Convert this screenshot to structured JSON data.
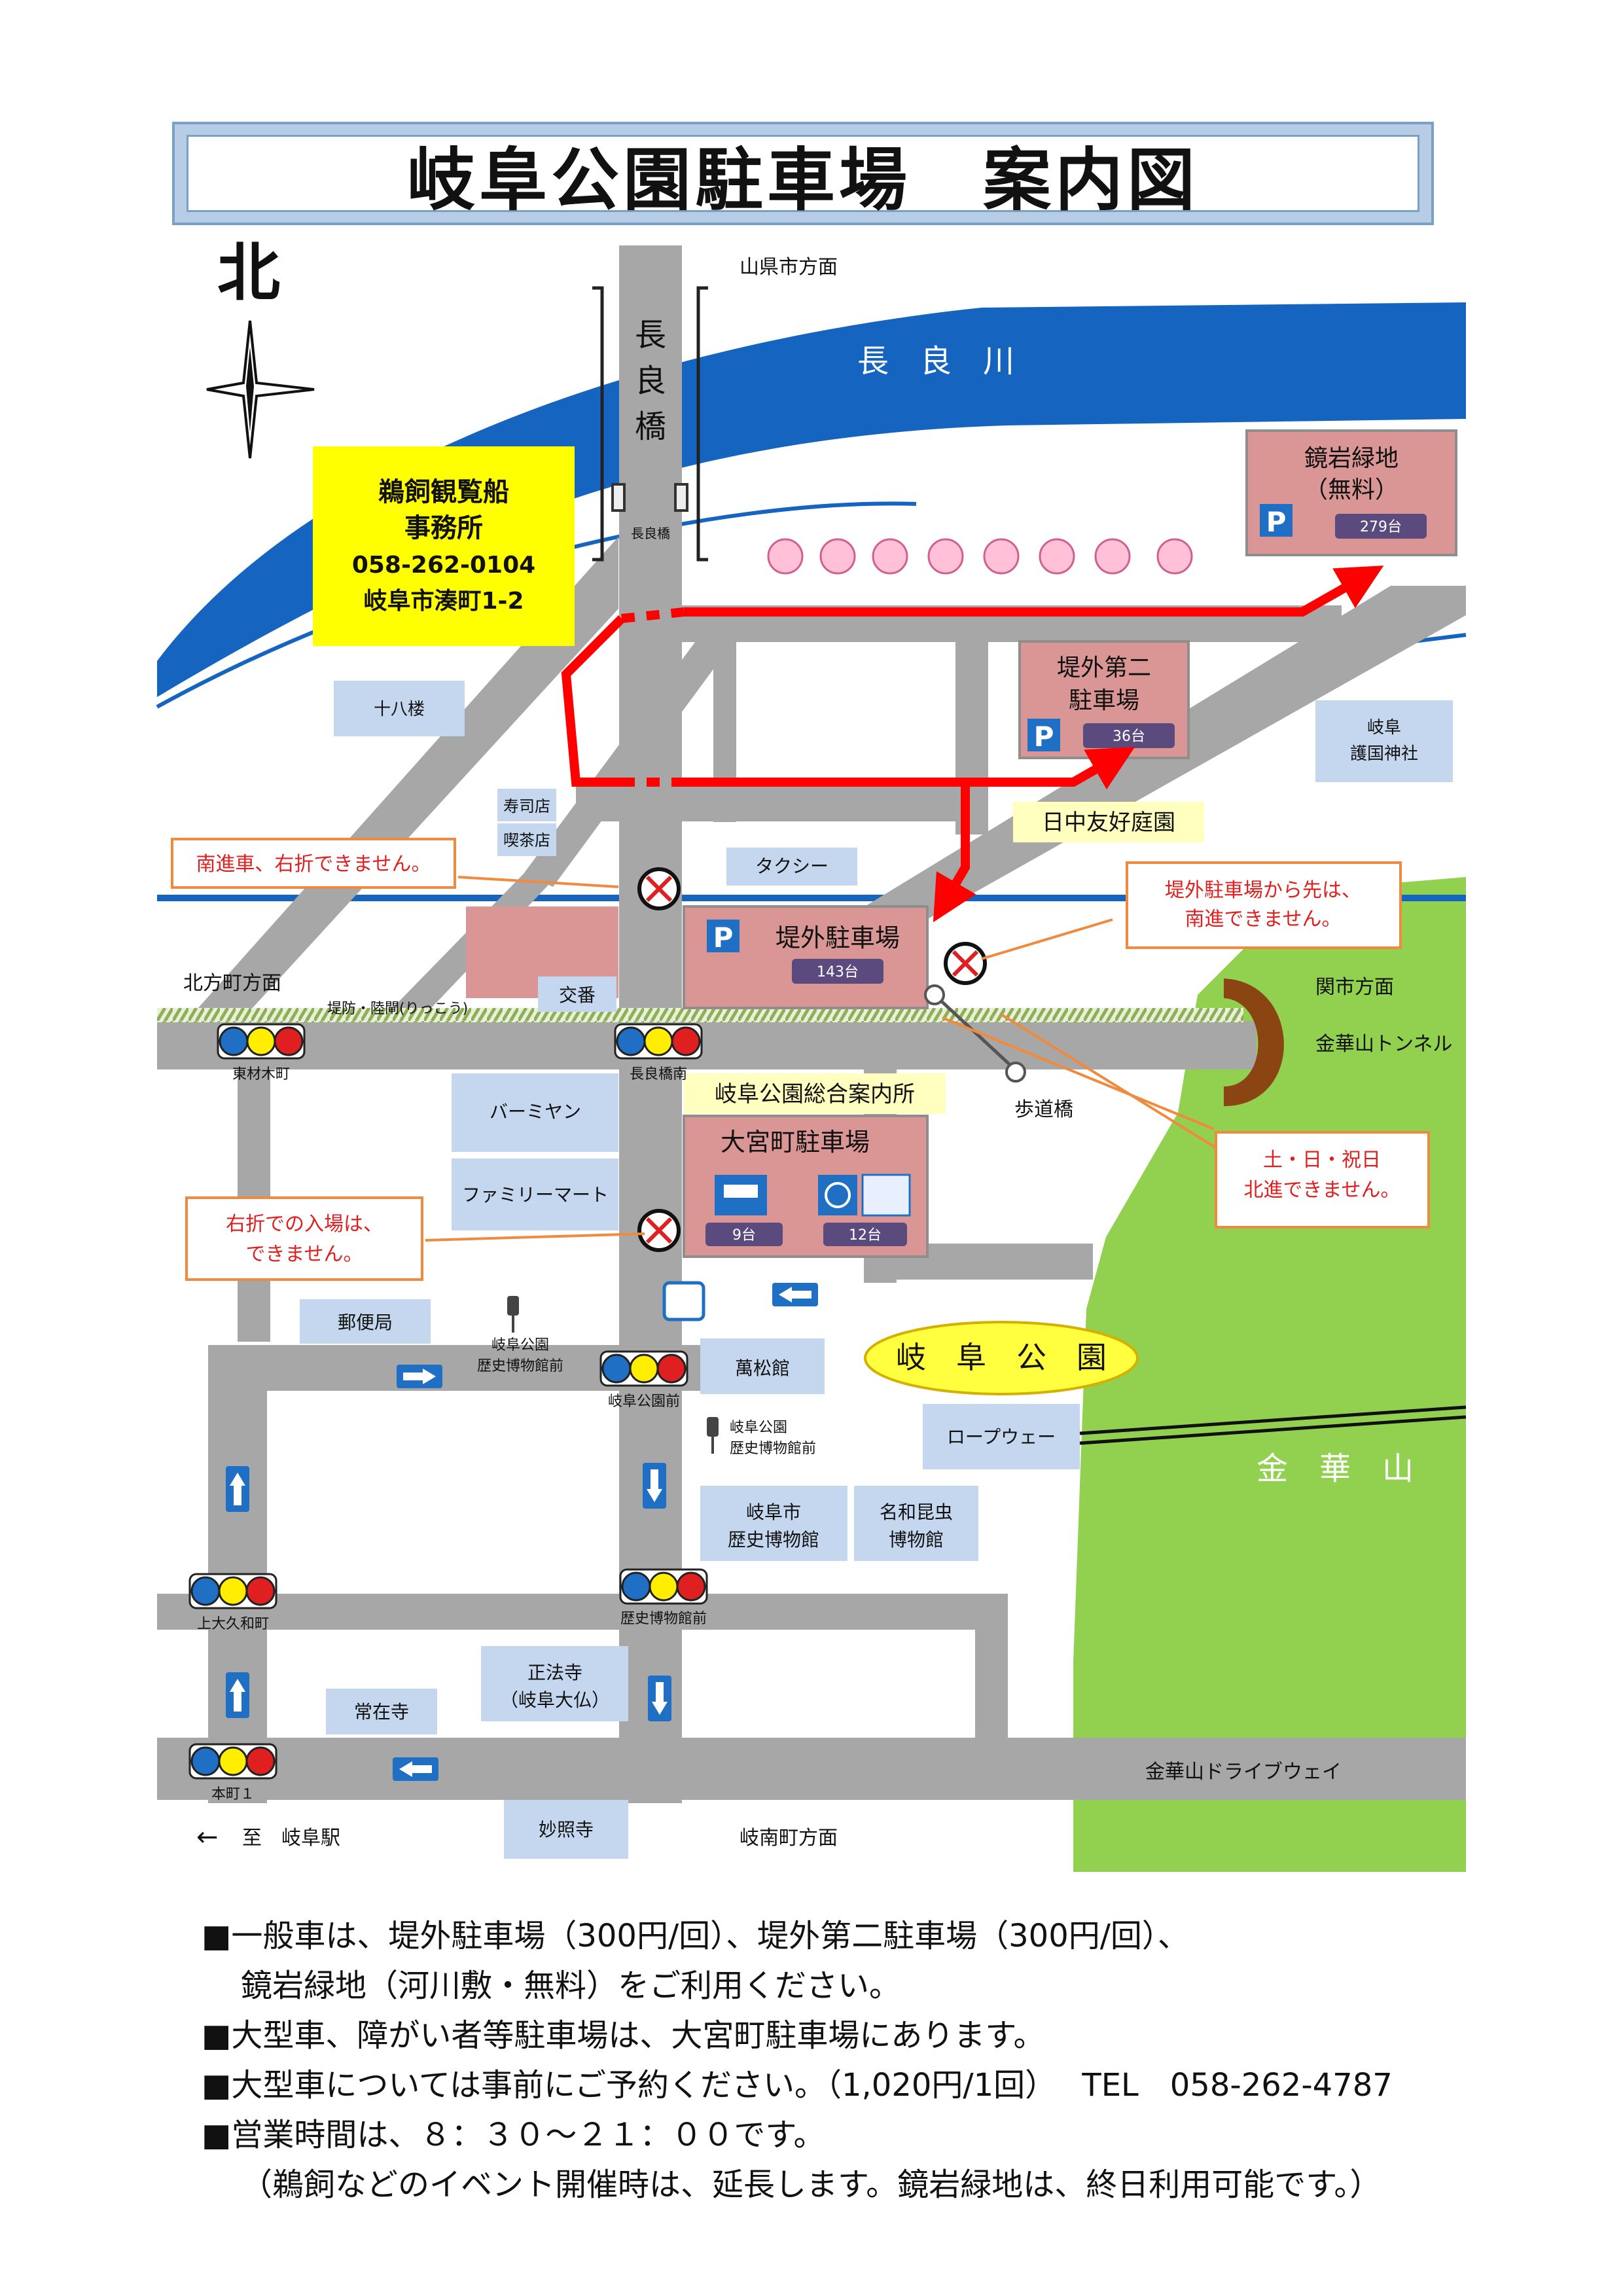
{
  "title": "岐阜公園駐車場　案内図",
  "compass": {
    "north_label": "北"
  },
  "directions": {
    "yamagata": "山県市方面",
    "kitakata": "北方町方面",
    "seki": "関市方面",
    "ginan": "岐南町方面",
    "gifu_station": "至　岐阜駅",
    "arrow_left": "←"
  },
  "river": {
    "name": "長　良　川"
  },
  "bridge": {
    "name_chars": [
      "長",
      "良",
      "橋"
    ],
    "stop_label": "長良橋"
  },
  "ukai_office": {
    "line1": "鵜飼観覧船",
    "line2": "事務所",
    "phone": "058-262-0104",
    "address": "岐阜市湊町1-2"
  },
  "parking": {
    "kagamiiwa": {
      "name1": "鏡岩緑地",
      "name2": "（無料）",
      "capacity": "279台",
      "p": "P"
    },
    "teigai2": {
      "name1": "堤外第二",
      "name2": "駐車場",
      "capacity": "36台",
      "p": "P"
    },
    "teigai": {
      "name": "堤外駐車場",
      "capacity": "143台",
      "p": "P"
    },
    "omiyacho": {
      "name": "大宮町駐車場",
      "bus_capacity": "9台",
      "accessible_capacity": "12台"
    }
  },
  "places": {
    "juhachiro": "十八楼",
    "gokoku": "岐阜\n護国神社",
    "nicchu": "日中友好庭園",
    "sushi": "寿司店",
    "kissa": "喫茶店",
    "taxi": "タクシー",
    "koban": "交番",
    "bamiyan": "バーミヤン",
    "familymart": "ファミリーマート",
    "info_center": "岐阜公園総合案内所",
    "post": "郵便局",
    "banshokan": "萬松館",
    "ropeway": "ロープウェー",
    "history_museum": "岐阜市\n歴史博物館",
    "nawa_insect": "名和昆虫\n博物館",
    "shohoji": "正法寺\n（岐阜大仏）",
    "jozaiji": "常在寺",
    "myoshoji": "妙照寺",
    "gifu_park": "岐　阜　公　園",
    "kinkazan": "金　華　山",
    "kinkazan_tunnel": "金華山トンネル",
    "kinkazan_drive": "金華山ドライブウェイ",
    "footbridge": "歩道橋",
    "levee": "堤防・陸閘(りっこう)"
  },
  "signals": {
    "higashi_zaimokucho": "東材木町",
    "nagarabashi_minami": "長良橋南",
    "gifukoen_mae": "岐阜公園前",
    "kami_okuwa": "上大久和町",
    "rekishi_mae": "歴史博物館前",
    "honmachi1": "本町１"
  },
  "bus_stops": {
    "stop1": "岐阜公園\n歴史博物館前",
    "stop2": "岐阜公園\n歴史博物館前"
  },
  "warnings": {
    "south_no_right": "南進車、右折できません。",
    "beyond_teigai": "堤外駐車場から先は、\n南進できません。",
    "weekend_north": "土・日・祝日\n北進できません。",
    "right_turn_entry": "右折での入場は、\nできません。"
  },
  "notes": [
    "■一般車は、堤外駐車場（300円/回）、堤外第二駐車場（300円/回）、",
    "鏡岩緑地（河川敷・無料）をご利用ください。",
    "■大型車、障がい者等駐車場は、大宮町駐車場にあります。",
    "■大型車については事前にご予約ください。（1,020円/1回）　 TEL　058-262-4787",
    "■営業時間は、８：３０～２１：００です。",
    "（鵜飼などのイベント開催時は、延長します。鏡岩緑地は、終日利用可能です。）"
  ],
  "colors": {
    "river": "#1565c0",
    "road": "#a7a7a7",
    "parking": "#d99694",
    "label_box": "#c5d7ee",
    "mountain": "#92d050",
    "route": "#ff0000",
    "ukai_box": "#ffff00",
    "capacity_tag": "#5b4a7e",
    "callout_border": "#f08a3e",
    "warning_text": "#e02020"
  }
}
